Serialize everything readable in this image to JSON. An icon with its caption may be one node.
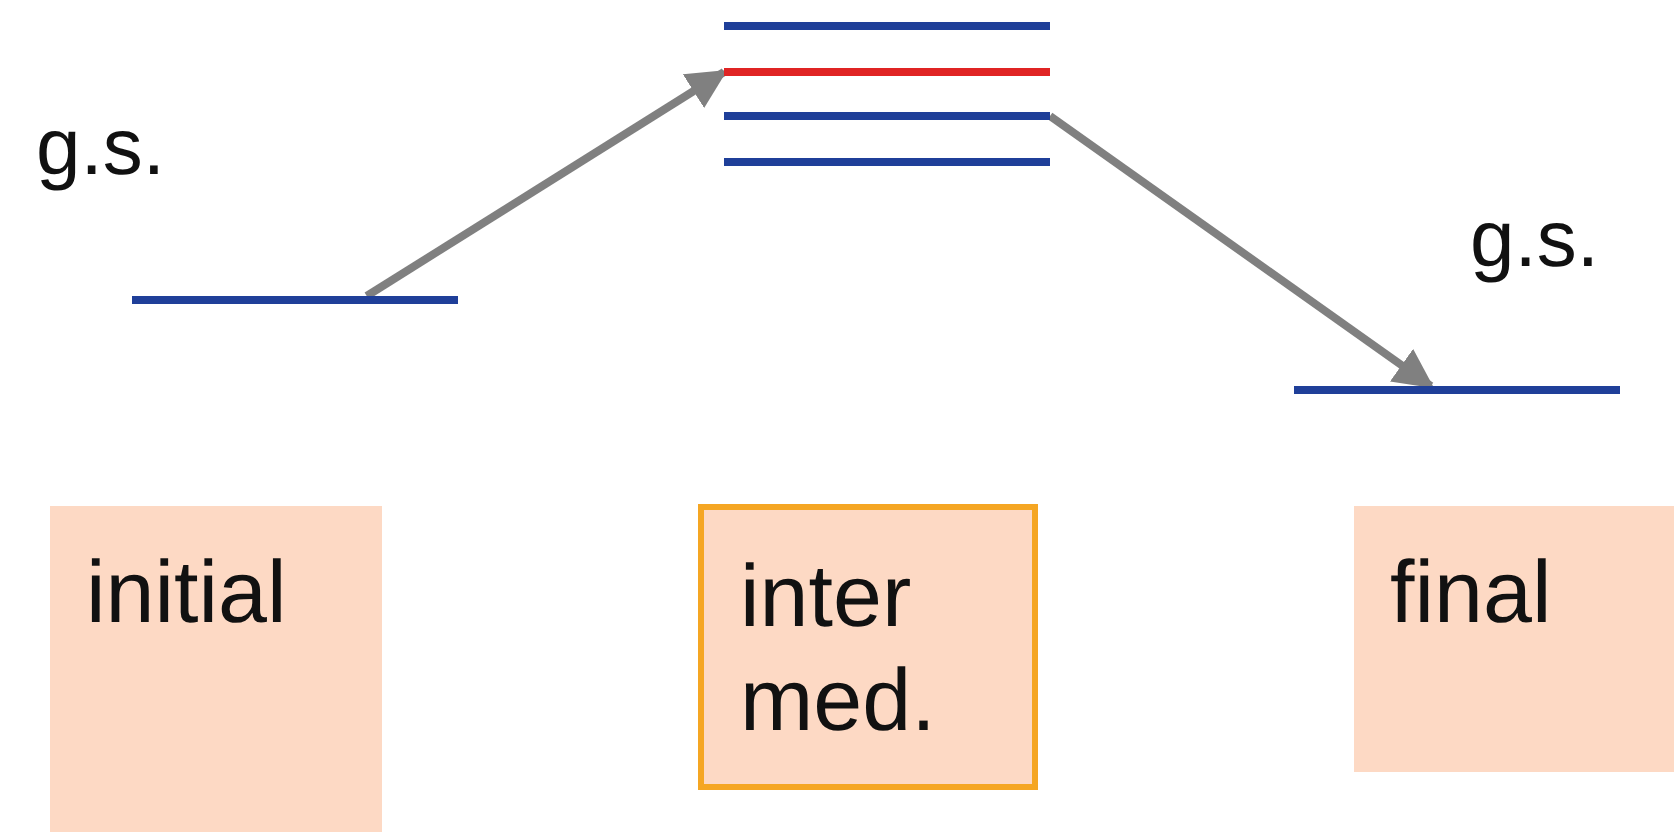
{
  "diagram": {
    "nodes": [
      {
        "text": [
          "initial"
        ]
      },
      {
        "text": [
          "inter med."
        ]
      },
      {
        "text": [
          "final"
        ]
      },
      {
        "text": [],
        "shape": "bar",
        "beside": [
          "g.s."
        ]
      },
      {
        "text": [],
        "shape": "bar"
      },
      {
        "text": [],
        "shape": "bar"
      },
      {
        "text": [],
        "shape": "bar"
      },
      {
        "text": [],
        "shape": "bar"
      },
      {
        "text": [],
        "shape": "bar",
        "beside": [
          "g.s."
        ]
      }
    ],
    "edges": [
      {
        "from": 3,
        "to": 5,
        "arrow": "to"
      },
      {
        "from": 6,
        "to": 8,
        "arrow": "to"
      }
    ]
  }
}
